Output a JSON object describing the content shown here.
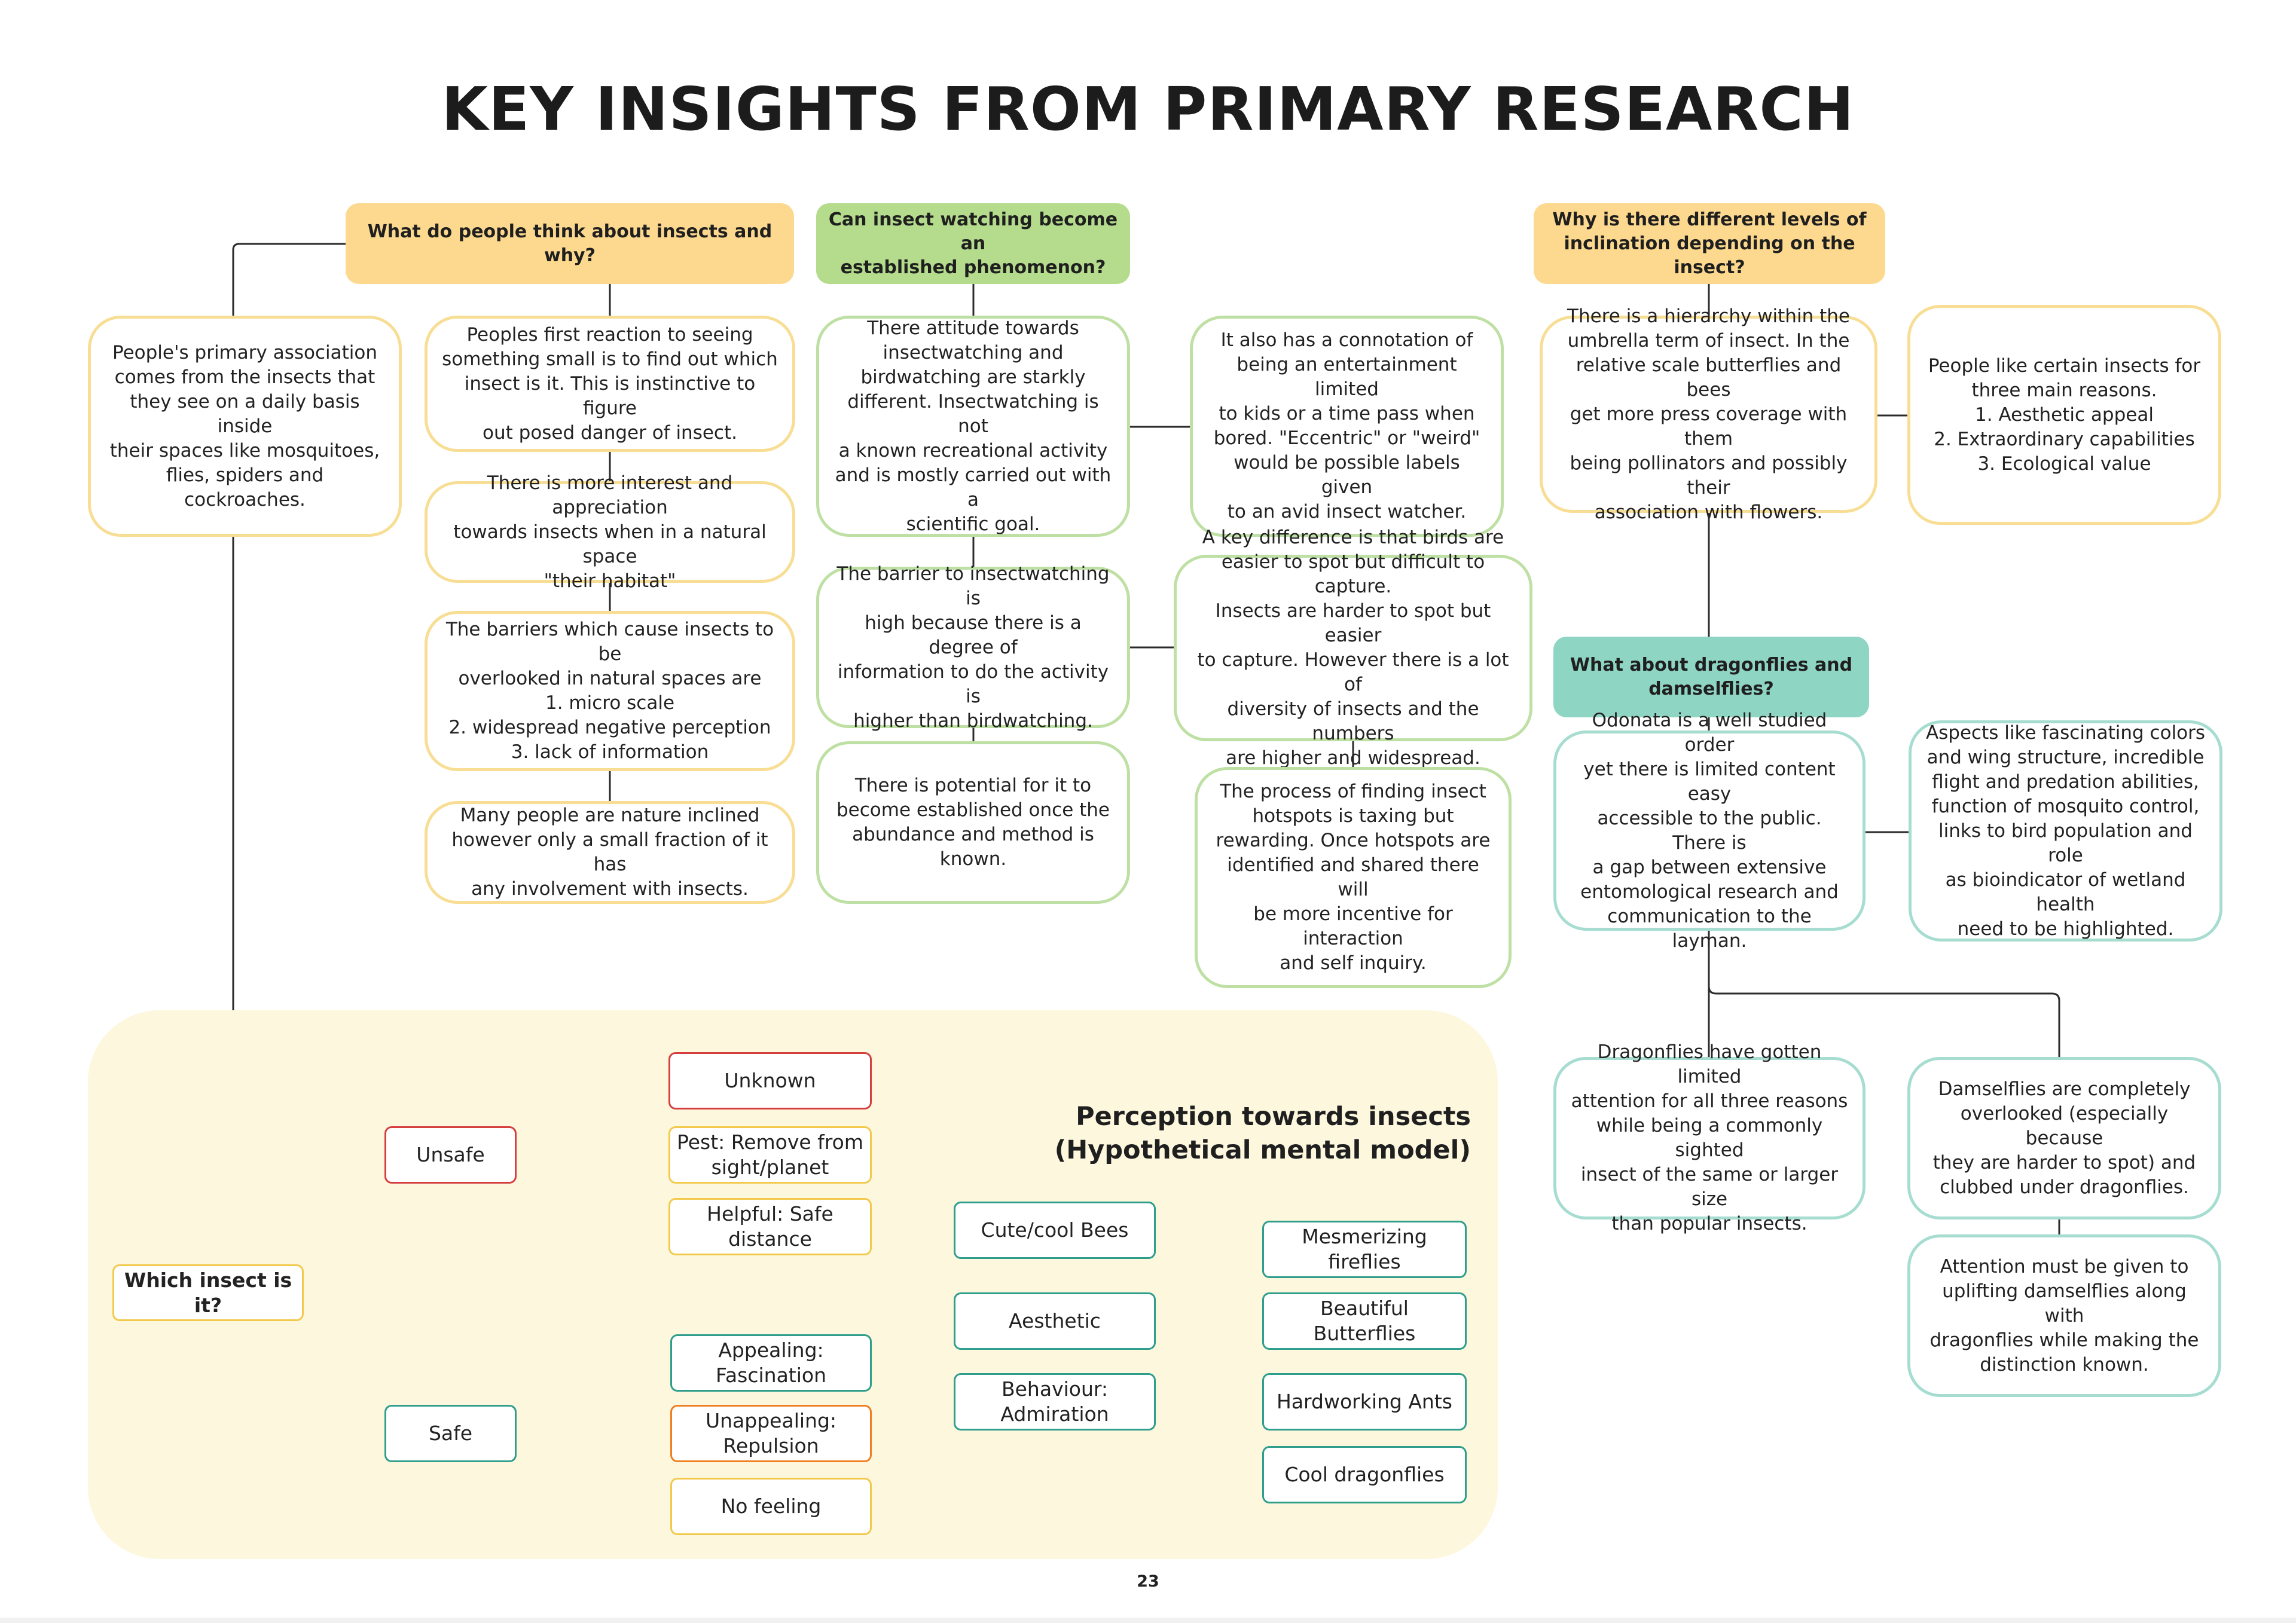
{
  "title": "KEY INSIGHTS FROM PRIMARY RESEARCH",
  "page_number": "23",
  "colors": {
    "header_yellow": "#fcd98e",
    "header_green": "#b4dc8c",
    "header_teal": "#8fd5c3",
    "card_yellow": "#f8de95",
    "card_green": "#bfe0a4",
    "card_teal": "#a6ddd0",
    "panel": "#fdf7de",
    "node_red": "#d63f3f",
    "node_yellow": "#f2c94c",
    "node_teal": "#2f9e8c",
    "node_orange": "#f07f22"
  },
  "headers": {
    "people_think": "What do people think about insects and why?",
    "insect_watching": "Can insect watching become an\nestablished phenomenon?",
    "inclination": "Why is there different levels of\ninclination depending on the insect?",
    "dragonflies": "What about dragonflies and\ndamselflies?"
  },
  "cards": {
    "primary_association": "People's primary association\ncomes from the insects that\nthey see on a daily basis inside\ntheir spaces like mosquitoes,\nflies, spiders and cockroaches.",
    "first_reaction": "Peoples first reaction to seeing\nsomething small is to find out which\ninsect is it. This is instinctive to figure\nout posed danger of insect.",
    "more_interest": "There is more interest and appreciation\ntowards insects when in a natural space\n\"their habitat\"",
    "barriers_overlooked": "The barriers which cause insects to be\noverlooked in natural spaces are\n1. micro scale\n2. widespread negative perception\n3. lack of information",
    "nature_inclined": "Many people are nature inclined\nhowever only a small fraction of it has\nany involvement with insects.",
    "attitude": "There attitude towards\ninsectwatching and\nbirdwatching are starkly\ndifferent. Insectwatching is not\na known recreational activity\nand is mostly carried out with a\nscientific goal.",
    "connotation": "It also has a connotation of\nbeing an entertainment limited\nto kids or a time pass when\nbored. \"Eccentric\" or \"weird\"\nwould be possible labels given\nto an avid insect watcher.",
    "barrier_high": "The barrier to insectwatching is\nhigh because there is a degree of\ninformation to do the activity is\nhigher than birdwatching.",
    "key_difference": "A key difference is that birds are\neasier to spot but difficult to capture.\nInsects are harder to spot but easier\nto capture. However there is a lot of\ndiversity of insects and the numbers\nare higher and widespread.",
    "potential": "There is potential for it to\nbecome established once the\nabundance and method is\nknown.",
    "hotspots": "The process of finding insect\nhotspots is taxing but\nrewarding. Once hotspots are\nidentified and shared there will\nbe more incentive for interaction\nand self inquiry.",
    "hierarchy": "There is a hierarchy within the\numbrella term of insect. In the\nrelative scale butterflies and bees\nget more press coverage with them\nbeing pollinators and possibly their\nassociation with flowers.",
    "three_reasons": "People like certain insects for\nthree main reasons.\n1. Aesthetic appeal\n2. Extraordinary capabilities\n3. Ecological value",
    "odonata": "Odonata is a well studied order\nyet there is limited content easy\naccessible to the public. There is\na gap between extensive\nentomological research and\ncommunication to the layman.",
    "aspects": "Aspects like fascinating colors\nand wing structure, incredible\nflight and predation abilities,\nfunction of mosquito control,\nlinks to bird population and role\nas bioindicator of wetland health\nneed to be highlighted.",
    "dragonflies_attention": "Dragonflies have gotten limited\nattention for all three reasons\nwhile being a commonly sighted\ninsect of the same or larger size\nthan popular insects.",
    "damselflies_overlooked": "Damselflies are completely\noverlooked (especially because\nthey are harder to spot) and\nclubbed under dragonflies.",
    "attention_damselflies": "Attention must be given to\nuplifting damselflies along with\ndragonflies while making the\ndistinction known."
  },
  "mental_model": {
    "title": "Perception towards insects\n(Hypothetical mental model)",
    "nodes": {
      "which_insect": "Which insect is it?",
      "unsafe": "Unsafe",
      "safe": "Safe",
      "unknown": "Unknown",
      "pest": "Pest: Remove from\nsight/planet",
      "helpful": "Helpful: Safe distance",
      "appealing": "Appealing:\nFascination",
      "unappealing": "Unappealing:\nRepulsion",
      "no_feeling": "No feeling",
      "cute_bees": "Cute/cool Bees",
      "aesthetic": "Aesthetic",
      "behaviour": "Behaviour:\nAdmiration",
      "fireflies": "Mesmerizing fireflies",
      "butterflies": "Beautiful Butterflies",
      "ants": "Hardworking Ants",
      "dragonflies": "Cool dragonflies"
    }
  }
}
